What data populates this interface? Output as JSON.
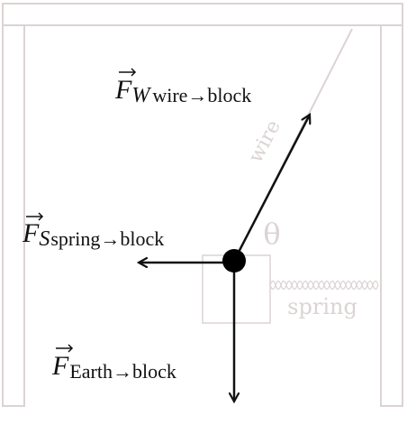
{
  "scene": {
    "wire_label": "wire",
    "spring_label": "spring",
    "angle_label": "θ"
  },
  "forces": [
    {
      "id": "wire",
      "symbol": "F",
      "subscript_italic": "W",
      "subscript_text": "wire→block"
    },
    {
      "id": "spring",
      "symbol": "F",
      "subscript_italic": "S",
      "subscript_text": "spring→block"
    },
    {
      "id": "earth",
      "symbol": "F",
      "subscript_italic": "",
      "subscript_text": "Earth→block"
    }
  ],
  "colors": {
    "frame": "#dcd3d3",
    "faint": "#dcd3d3",
    "arrow": "#111111",
    "dot": "#000000"
  }
}
